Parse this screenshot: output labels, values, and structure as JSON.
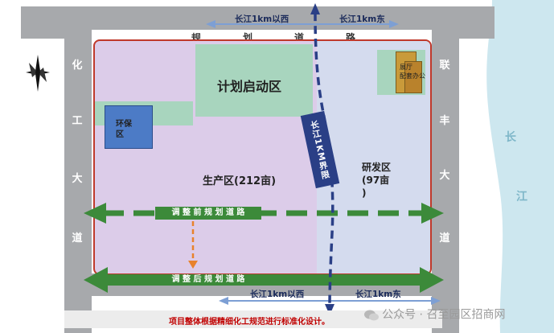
{
  "roads": {
    "top": {
      "chars": [
        "规",
        "划",
        "道",
        "路"
      ]
    },
    "left": {
      "chars": [
        "化",
        "工",
        "大",
        "道"
      ]
    },
    "right": {
      "chars": [
        "联",
        "丰",
        "大",
        "道"
      ]
    }
  },
  "zones": {
    "startup": "计划启动区",
    "env": "环保\n区",
    "production": "生产区(212亩)",
    "rd": "研发区\n(97亩\n)",
    "office": "展厅\n配套办公"
  },
  "boundary": {
    "vertical_label": "长江1KM界限",
    "top_left": "长江1km以西",
    "top_right": "长江1km东",
    "bottom_left": "长江1km以西",
    "bottom_right": "长江1km东"
  },
  "arrows": {
    "pre_adjust": "调 整 前 规 划 道 路",
    "post_adjust": "调 整 后 规 划 道 路"
  },
  "river": {
    "chars": [
      "长",
      "江"
    ]
  },
  "note": "项目整体根据精细化工规范进行标准化设计。",
  "watermark": "公众号 · 召至园区招商网",
  "colors": {
    "road": "#a7a9ac",
    "site_border": "#c0392b",
    "production_fill": "#dccce9",
    "rd_fill": "#d4dbee",
    "startup_fill": "#a8d5be",
    "env_fill": "#4c7bc6",
    "arrow_green": "#3c8a3a",
    "boundary_blue": "#2a3f86",
    "river": "#cde7ef",
    "note_red": "#c00000"
  }
}
